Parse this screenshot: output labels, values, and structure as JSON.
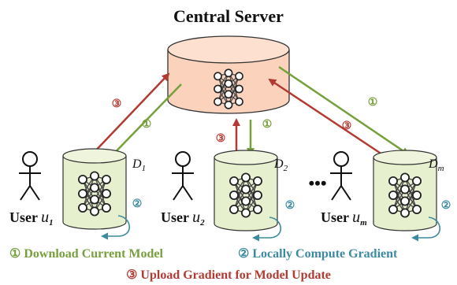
{
  "server": {
    "title": "Central Server"
  },
  "users": [
    {
      "label": "User",
      "var": "u",
      "sub": "1",
      "dataset": "D",
      "dsub": "1"
    },
    {
      "label": "User",
      "var": "u",
      "sub": "2",
      "dataset": "D",
      "dsub": "2"
    },
    {
      "label": "User",
      "var": "u",
      "sub": "m",
      "dataset": "D",
      "dsub": "m"
    }
  ],
  "ellipsis": "•••",
  "steps": {
    "s1": {
      "num": "①",
      "text": "Download Current Model"
    },
    "s2": {
      "num": "②",
      "text": "Locally Compute Gradient"
    },
    "s3": {
      "num": "③",
      "text": "Upload Gradient for Model Update"
    }
  },
  "colors": {
    "green": "#76a03c",
    "teal": "#3c8aa0",
    "red": "#b23a32",
    "server_fill": "#fbd3bd",
    "db_fill": "#e6f0cf"
  }
}
